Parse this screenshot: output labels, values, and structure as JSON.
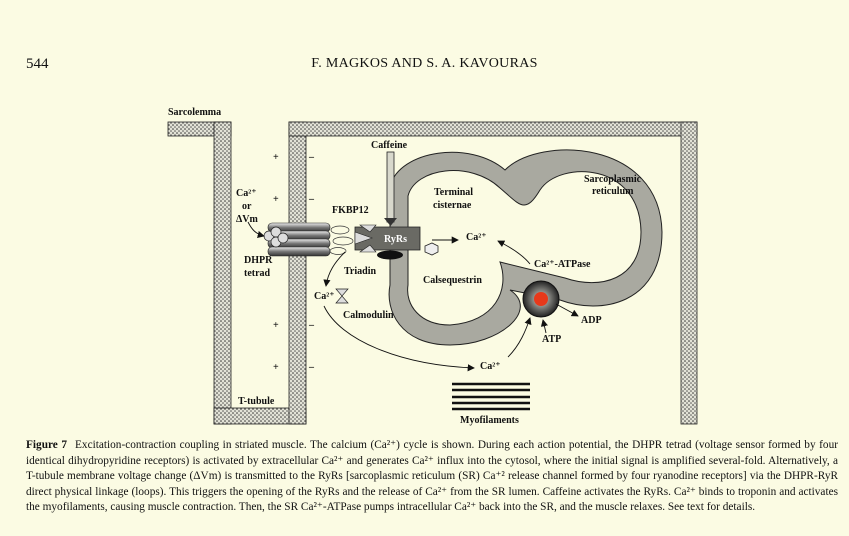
{
  "header": {
    "page_number": "544",
    "authors": "F. MAGKOS AND S. A. KAVOURAS"
  },
  "figure": {
    "labels": {
      "sarcolemma": "Sarcolemma",
      "caffeine": "Caffeine",
      "terminal_cisternae_1": "Terminal",
      "terminal_cisternae_2": "cisternae",
      "sarcoplasmic_reticulum_1": "Sarcoplasmic",
      "sarcoplasmic_reticulum_2": "reticulum",
      "ca_or_vm_1": "Ca²⁺",
      "ca_or_vm_2": "or",
      "ca_or_vm_3": "ΔVm",
      "fkbp12": "FKBP12",
      "ryrs": "RyRs",
      "dhpr_1": "DHPR",
      "dhpr_2": "tetrad",
      "triadin": "Triadin",
      "calsequestrin": "Calsequestrin",
      "ca_atpase": "Ca²⁺-ATPase",
      "ca_lumen": "Ca²⁺",
      "ca_cytosol": "Ca²⁺",
      "ca_bottom": "Ca²⁺",
      "calmodulin": "Calmodulin",
      "adp": "ADP",
      "atp": "ATP",
      "t_tubule": "T-tubule",
      "myofilaments": "Myofilaments",
      "plus": "+",
      "minus": "–"
    },
    "colors": {
      "background": "#fbfbe3",
      "membrane_fill": "#cfcfc4",
      "sr_fill": "#a9a9a0",
      "pump_center": "#e8391a"
    }
  },
  "caption": {
    "label": "Figure 7",
    "text": "Excitation-contraction coupling in striated muscle. The calcium (Ca²⁺) cycle is shown. During each action potential, the DHPR tetrad (voltage sensor formed by four identical dihydropyridine receptors) is activated by extracellular Ca²⁺ and generates Ca²⁺ influx into the cytosol, where the initial signal is amplified several-fold. Alternatively, a T-tubule membrane voltage change (ΔVm) is transmitted to the RyRs [sarcoplasmic reticulum (SR) Ca⁺² release channel formed by four ryanodine receptors] via the DHPR-RyR direct physical linkage (loops). This triggers the opening of the RyRs and the release of Ca²⁺ from the SR lumen. Caffeine activates the RyRs. Ca²⁺ binds to troponin and activates the myofilaments, causing muscle contraction. Then, the SR Ca²⁺-ATPase pumps intracellular Ca²⁺ back into the SR, and the muscle relaxes. See text for details."
  }
}
